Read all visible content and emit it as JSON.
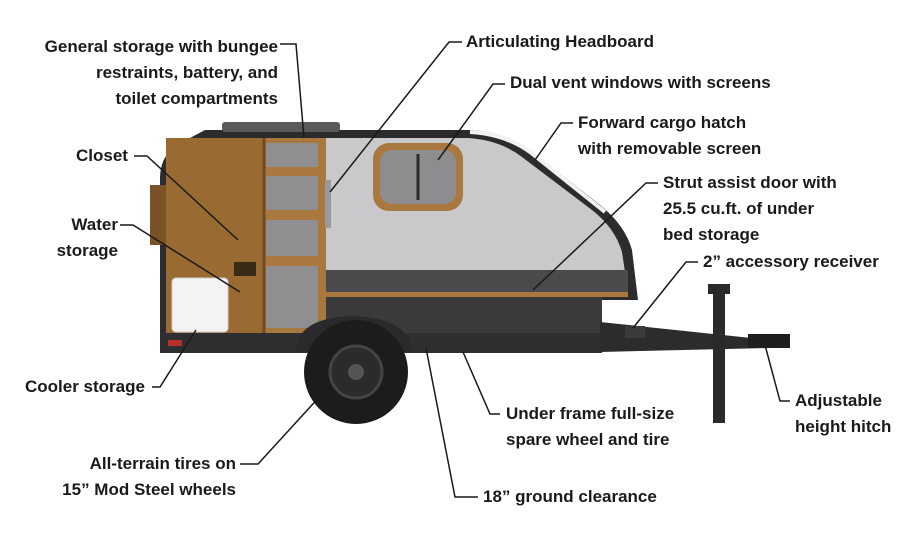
{
  "colors": {
    "text": "#1a1a1a",
    "leader": "#1a1a1a",
    "frame": "#3a3a3d",
    "body_shell": "#d7d7d9",
    "interior_wall": "#b5b5b8",
    "wood": "#a8783f",
    "wood_dark": "#7a5225",
    "tire": "#1c1c1c",
    "mattress": "#4a4a4d",
    "cooler": "#f0f0f0"
  },
  "callouts": [
    {
      "id": "general-storage",
      "lines": [
        "General storage with bungee",
        "restraints, battery, and",
        "toilet compartments"
      ]
    },
    {
      "id": "articulating-headboard",
      "lines": [
        "Articulating Headboard"
      ]
    },
    {
      "id": "dual-vent-windows",
      "lines": [
        "Dual vent windows with screens"
      ]
    },
    {
      "id": "forward-cargo-hatch",
      "lines": [
        "Forward cargo hatch",
        "with removable screen"
      ]
    },
    {
      "id": "closet",
      "lines": [
        "Closet"
      ]
    },
    {
      "id": "strut-assist-door",
      "lines": [
        "Strut assist door with",
        "25.5 cu.ft. of under",
        "bed storage"
      ]
    },
    {
      "id": "water-storage",
      "lines": [
        "Water",
        "storage"
      ]
    },
    {
      "id": "accessory-receiver",
      "lines": [
        "2” accessory receiver"
      ]
    },
    {
      "id": "cooler-storage",
      "lines": [
        "Cooler storage"
      ]
    },
    {
      "id": "adjustable-hitch",
      "lines": [
        "Adjustable",
        "height hitch"
      ]
    },
    {
      "id": "spare-wheel",
      "lines": [
        "Under frame full-size",
        "spare wheel and tire"
      ]
    },
    {
      "id": "all-terrain-tires",
      "lines": [
        "All-terrain tires on",
        "15” Mod Steel wheels"
      ]
    },
    {
      "id": "ground-clearance",
      "lines": [
        "18” ground clearance"
      ]
    }
  ]
}
